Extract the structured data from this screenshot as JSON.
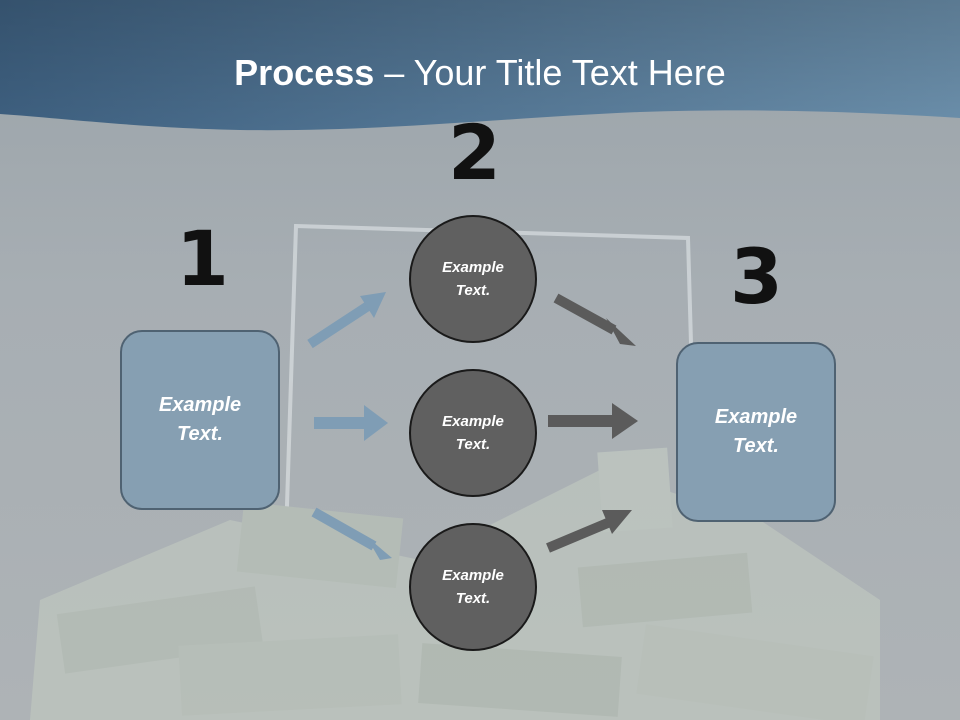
{
  "title": {
    "bold": "Process",
    "rest": " – Your Title Text Here"
  },
  "steps": [
    {
      "number": "1",
      "label": "Example\nText."
    },
    {
      "number": "2"
    },
    {
      "number": "3",
      "label": "Example\nText."
    }
  ],
  "circles": [
    {
      "label": "Example\nText."
    },
    {
      "label": "Example\nText."
    },
    {
      "label": "Example\nText."
    }
  ],
  "colors": {
    "header_blue": "#46698a",
    "box_fill": "#869fb2",
    "circle_fill": "#606060",
    "arrow_blue": "#7f9db5",
    "arrow_gray": "#5b5b5b"
  }
}
